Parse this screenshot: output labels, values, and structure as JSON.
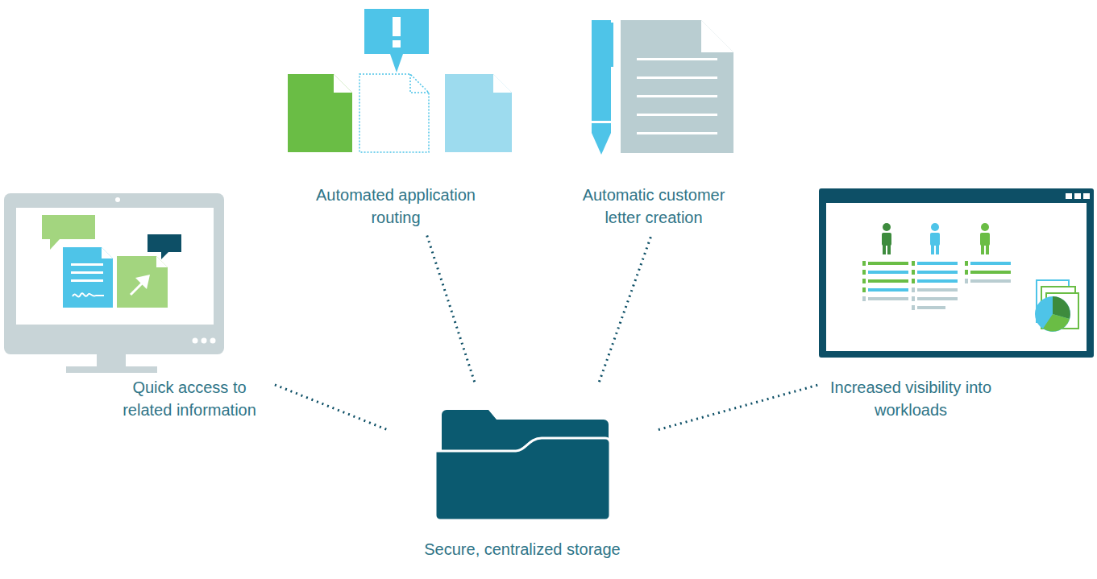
{
  "diagram": {
    "nodes": [
      {
        "text": [
          "Automated application routing"
        ]
      },
      {
        "text": [
          "Automatic customer letter creation"
        ]
      },
      {
        "text": [
          "Quick access to related information"
        ]
      },
      {
        "text": [
          "Increased visibility into workloads"
        ]
      },
      {
        "text": [
          "Secure, centralized storage"
        ]
      }
    ],
    "edges": [
      {
        "from": 4,
        "to": 0,
        "arrow": "none"
      },
      {
        "from": 4,
        "to": 1,
        "arrow": "none"
      },
      {
        "from": 4,
        "to": 2,
        "arrow": "none"
      },
      {
        "from": 4,
        "to": 3,
        "arrow": "none"
      }
    ]
  }
}
